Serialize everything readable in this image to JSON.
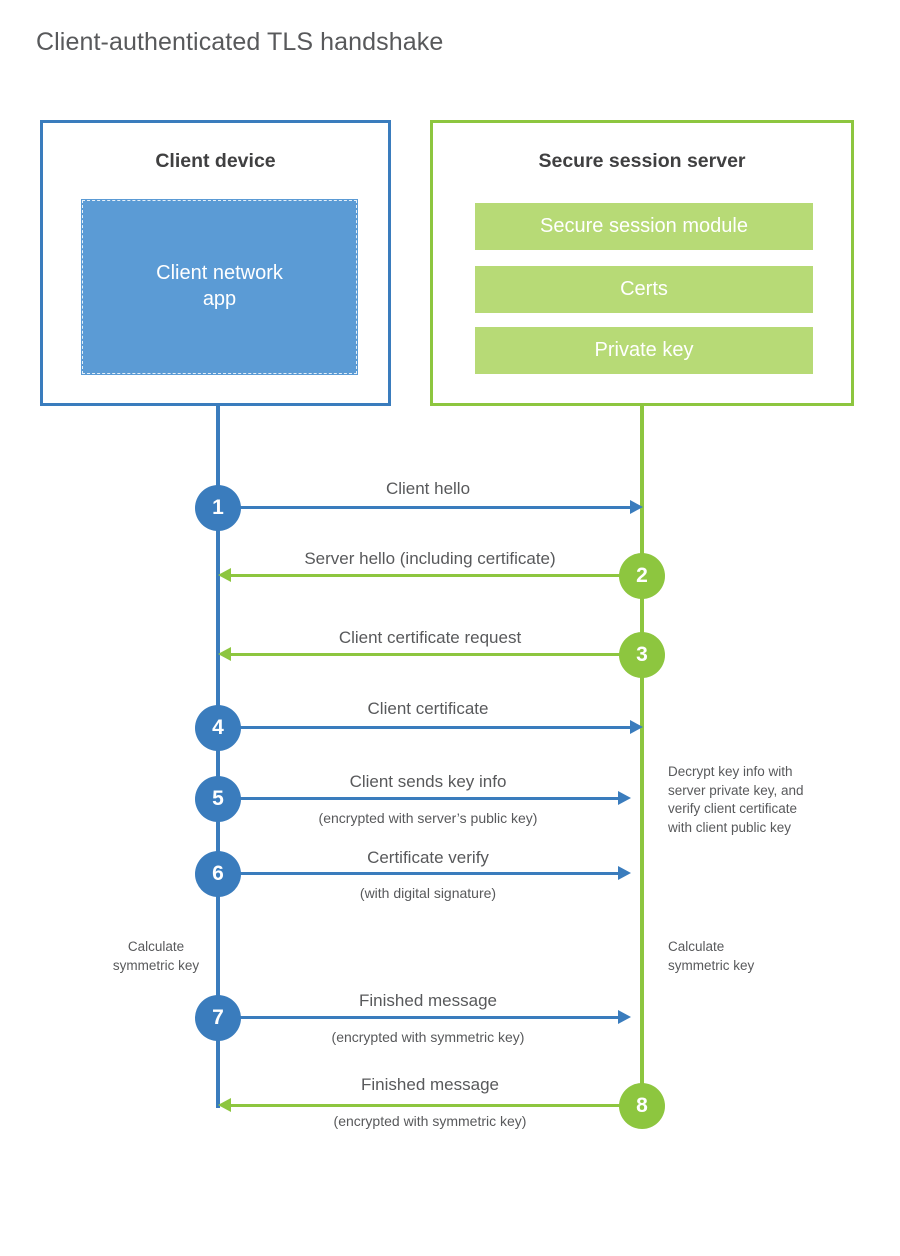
{
  "title": "Client-authenticated TLS handshake",
  "colors": {
    "blue_stroke": "#3a7cbd",
    "blue_fill": "#5b9bd5",
    "green_stroke": "#8dc63f",
    "green_fill": "#b7da76",
    "text": "#58595b",
    "heading": "#404041",
    "background": "#ffffff"
  },
  "actors": {
    "client": {
      "title": "Client device",
      "block": "Client network\napp",
      "block_label_line1": "Client network",
      "block_label_line2": "app"
    },
    "server": {
      "title": "Secure session server",
      "blocks": [
        {
          "label": "Secure session module"
        },
        {
          "label": "Certs"
        },
        {
          "label": "Private key"
        }
      ]
    }
  },
  "notes": {
    "server_decrypt": "Decrypt key info with\nserver private key, and\nverify client certificate\nwith client public key",
    "client_calculate": "Calculate\nsymmetric key",
    "server_calculate": "Calculate\nsymmetric key"
  },
  "steps": [
    {
      "number": "1",
      "label": "Client hello",
      "sub": "",
      "direction": "client-to-server",
      "color": "blue"
    },
    {
      "number": "2",
      "label": "Server hello (including certificate)",
      "sub": "",
      "direction": "server-to-client",
      "color": "green"
    },
    {
      "number": "3",
      "label": "Client certificate request",
      "sub": "",
      "direction": "server-to-client",
      "color": "green"
    },
    {
      "number": "4",
      "label": "Client certificate",
      "sub": "",
      "direction": "client-to-server",
      "color": "blue"
    },
    {
      "number": "5",
      "label": "Client sends key info",
      "sub": "(encrypted with server’s public key)",
      "direction": "client-to-server",
      "color": "blue"
    },
    {
      "number": "6",
      "label": "Certificate verify",
      "sub": "(with digital signature)",
      "direction": "client-to-server",
      "color": "blue"
    },
    {
      "number": "7",
      "label": "Finished message",
      "sub": "(encrypted with symmetric key)",
      "direction": "client-to-server",
      "color": "blue"
    },
    {
      "number": "8",
      "label": "Finished message",
      "sub": "(encrypted with symmetric key)",
      "direction": "server-to-client",
      "color": "green"
    }
  ]
}
